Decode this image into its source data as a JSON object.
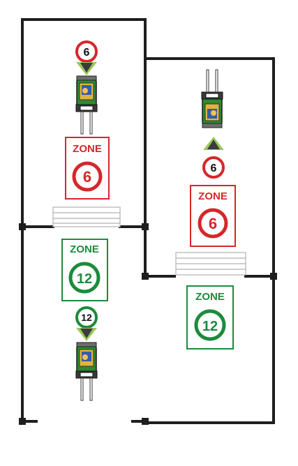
{
  "colors": {
    "wall": "#1e1e1e",
    "zone_red": "#d7262b",
    "zone_green": "#1c8b3c",
    "sensor_light": "#9bc85a",
    "sensor_dark": "#3c3c3c",
    "forklift_body": "#2d8a2f",
    "barrier": "#c7c7c7"
  },
  "floor_plan": {
    "left_bay": {
      "upper_speed_marker": "6",
      "upper_sign": {
        "label": "ZONE",
        "value": "6",
        "color": "red"
      },
      "lower_sign": {
        "label": "ZONE",
        "value": "12",
        "color": "green"
      },
      "lower_speed_marker": "12"
    },
    "right_bay": {
      "upper_speed_marker": "6",
      "upper_sign": {
        "label": "ZONE",
        "value": "6",
        "color": "red"
      },
      "lower_sign": {
        "label": "ZONE",
        "value": "12",
        "color": "green"
      }
    }
  },
  "icons": [
    "forklift-icon",
    "speed-limit-icon",
    "zone-sign-icon",
    "sensor-arrow-icon",
    "rack-barrier-icon"
  ]
}
